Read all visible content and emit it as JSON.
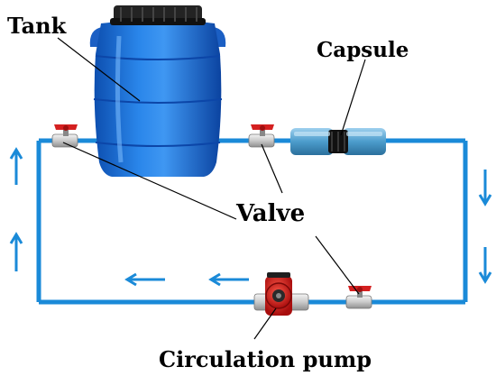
{
  "labels": {
    "tank": "Tank",
    "capsule": "Capsule",
    "valve": "Valve",
    "pump": "Circulation pump"
  },
  "components": {
    "tank": "blue-plastic-barrel",
    "capsule": "pipe-coupling-capsule",
    "valves": 3,
    "pump": "red-circulation-pump"
  },
  "flow": {
    "left_side": "up",
    "bottom_side": "left",
    "right_side": "down"
  },
  "colors": {
    "pipe": "#1a8ad8",
    "arrow": "#1a8ad8",
    "tank": "#1f6fd8",
    "tank_lid": "#222222",
    "capsule": "#5aa9d6",
    "valve_handle": "#d42020",
    "pump_body": "#d41e1e",
    "label": "#000000"
  }
}
